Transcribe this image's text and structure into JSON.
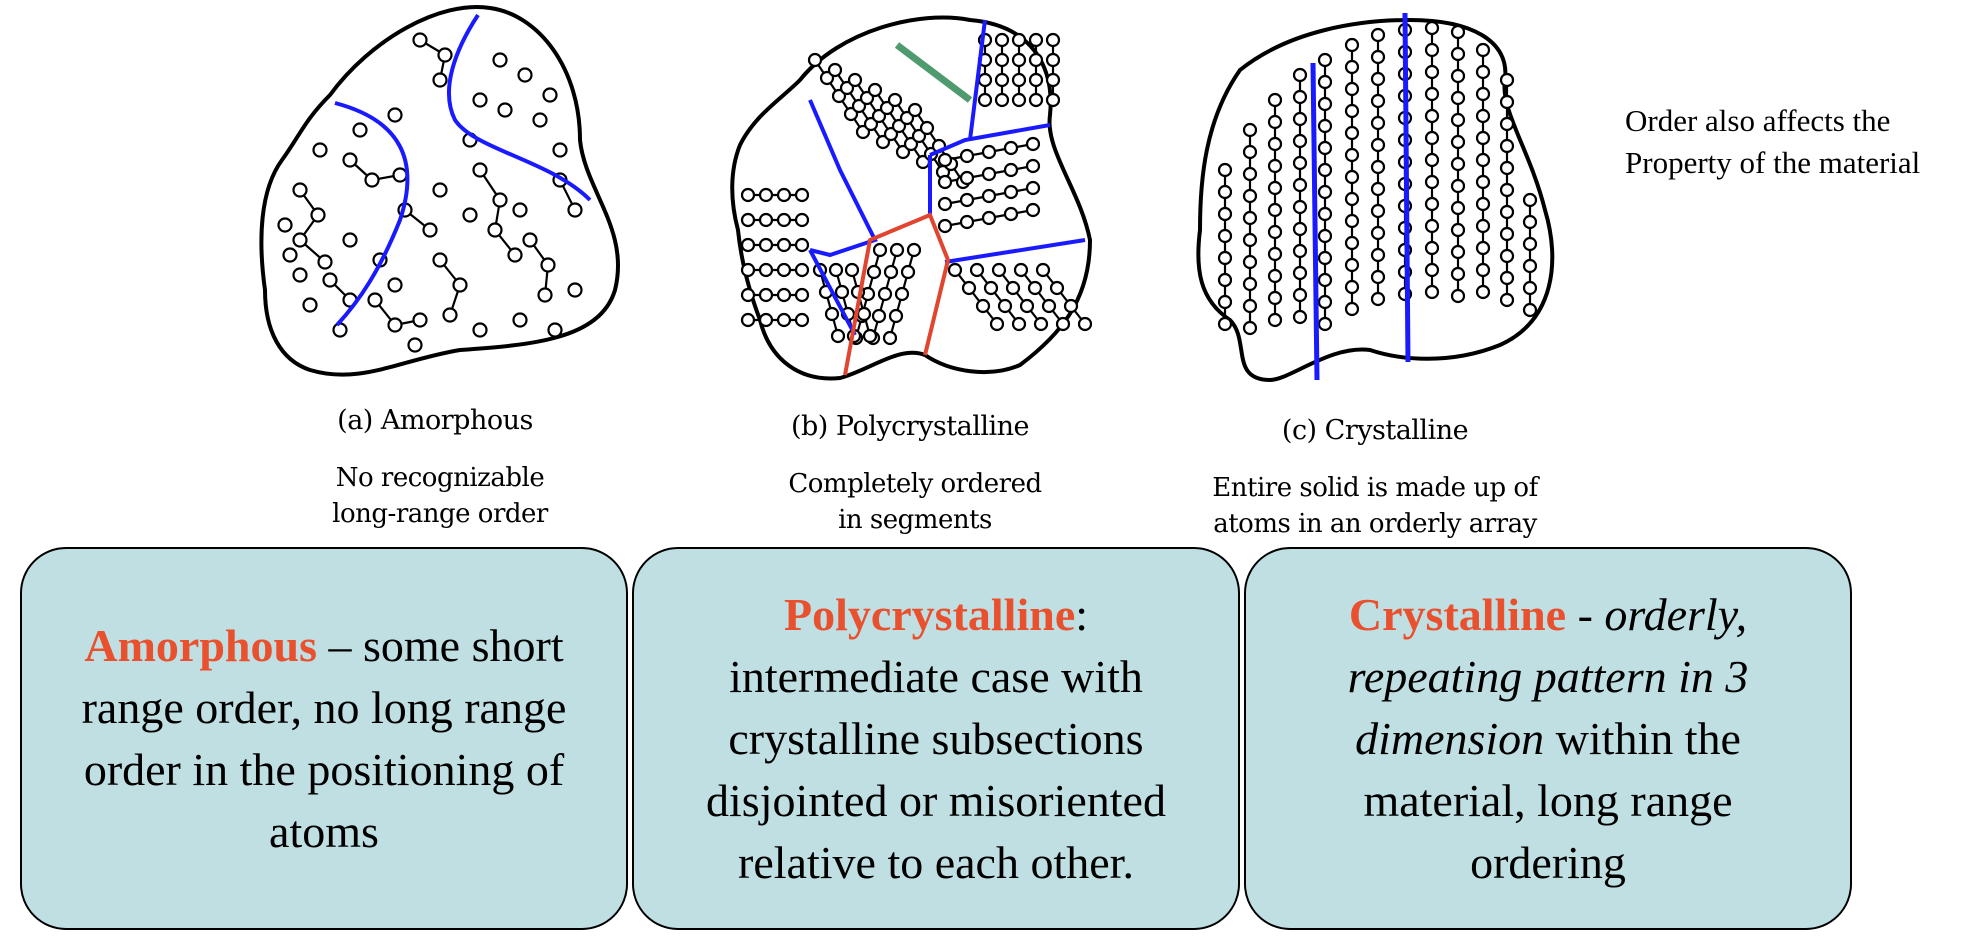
{
  "figures": [
    {
      "label": "(a) Amorphous",
      "description": [
        "No recognizable",
        "long-range order"
      ]
    },
    {
      "label": "(b) Polycrystalline",
      "description": [
        "Completely ordered",
        "in segments"
      ]
    },
    {
      "label": "(c) Crystalline",
      "description": [
        "Entire solid is made up of",
        "atoms in an orderly array"
      ]
    }
  ],
  "side_note": [
    "Order also affects the",
    "Property of the material"
  ],
  "boxes": {
    "amorphous": {
      "title": "Amorphous",
      "text": " – some short range order, no long range order in the positioning of atoms"
    },
    "polycrystalline": {
      "title": "Polycrystalline",
      "text": ": intermediate case with crystalline subsections disjointed or misoriented relative to each other."
    },
    "crystalline": {
      "title": "Crystalline",
      "sep": " - ",
      "italic": "orderly, repeating pattern in 3 dimension",
      "text": " within the material, long range ordering"
    }
  },
  "colors": {
    "boundary_blue": "#1a1aff",
    "boundary_red": "#e0452f",
    "boundary_green": "#4f9a6e",
    "box_fill": "#c0dfe2",
    "title_accent": "#e8502e"
  }
}
